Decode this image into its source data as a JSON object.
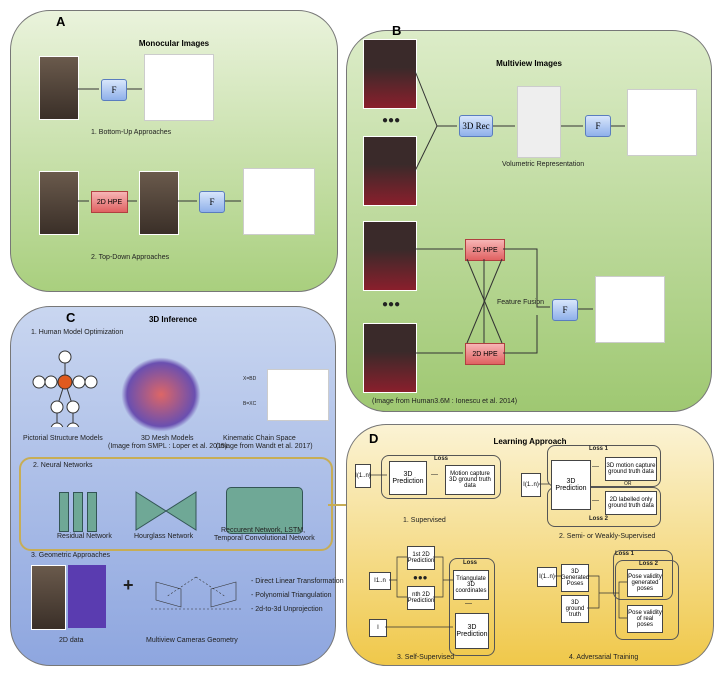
{
  "panel_a": {
    "letter": "A",
    "title": "Monocular Images",
    "f1": "F",
    "caption1": "1. Bottom-Up Approaches",
    "hpe": "2D HPE",
    "f2": "F",
    "caption2": "2. Top-Down Approaches"
  },
  "panel_b": {
    "letter": "B",
    "title": "Multiview Images",
    "dots": "●●●",
    "rec": "3D Rec",
    "volumetric": "Volumetric Representation",
    "f1": "F",
    "hpe1": "2D HPE",
    "hpe2": "2D HPE",
    "fusion": "Feature Fusion",
    "f2": "F",
    "credit": "(Image from Human3.6M : Ionescu et al. 2014)"
  },
  "panel_c": {
    "letter": "C",
    "title": "3D Inference",
    "s1": "1. Human Model Optimization",
    "psm": "Pictorial Structure Models",
    "mesh": "3D Mesh Models",
    "mesh_credit": "(Image from SMPL : Loper et al. 2015)",
    "kcs": "Kinematic Chain Space",
    "kcs_credit": "(Image from Wandt et al. 2017)",
    "x_bd": "X=BD",
    "b_xc": "B=XC",
    "s2": "2. Neural Networks",
    "resnet": "Residual Network",
    "hourglass": "Hourglass Network",
    "rnn1": "Reccurent Network, LSTM,",
    "rnn2": "Temporal Convolutional Network",
    "s3": "3. Geometric Approaches",
    "plus": "+",
    "data2d": "2D data",
    "geometry": "Multiview Cameras Geometry",
    "methods": [
      "- Direct Linear Transformation",
      "- Polynomial Triangulation",
      "- 2d-to-3d Unprojection"
    ]
  },
  "panel_d": {
    "letter": "D",
    "title": "Learning Approach",
    "sup": {
      "input": "I(1..n)",
      "pred": "3D Prediction",
      "loss": "Loss",
      "minus": "—",
      "gt": "Motion capture 3D ground truth data",
      "caption": "1. Supervised"
    },
    "semi": {
      "input": "I(1..n)",
      "pred": "3D Prediction",
      "loss1": "Loss 1",
      "loss2": "Loss 2",
      "gt1": "3D motion capture ground truth data",
      "or": "OR",
      "gt2": "2D labelled only ground truth data",
      "minus": "—",
      "caption": "2. Semi- or Weakly-Supervised"
    },
    "self": {
      "input": "I1..n",
      "p1": "1st 2D Prediction",
      "dots": "●●●",
      "pn": "nth 2D Prediction",
      "loss": "Loss",
      "tri": "Triangulate 3D coordinates",
      "minus": "—",
      "input2": "I",
      "pred": "3D Prediction",
      "caption": "3. Self-Supervised"
    },
    "adv": {
      "input": "I(1..n)",
      "gen": "3D Generated Poses",
      "gt": "3D ground truth",
      "loss1": "Loss 1",
      "loss2": "Loss 2",
      "v1": "Pose validity generated poses",
      "v2": "Pose validity of real poses",
      "caption": "4. Adversarial Training"
    }
  },
  "colors": {
    "green": "#a9cf7e",
    "blue": "#8ea6df",
    "yellow": "#f0c84a",
    "hpe": "#e06262"
  }
}
